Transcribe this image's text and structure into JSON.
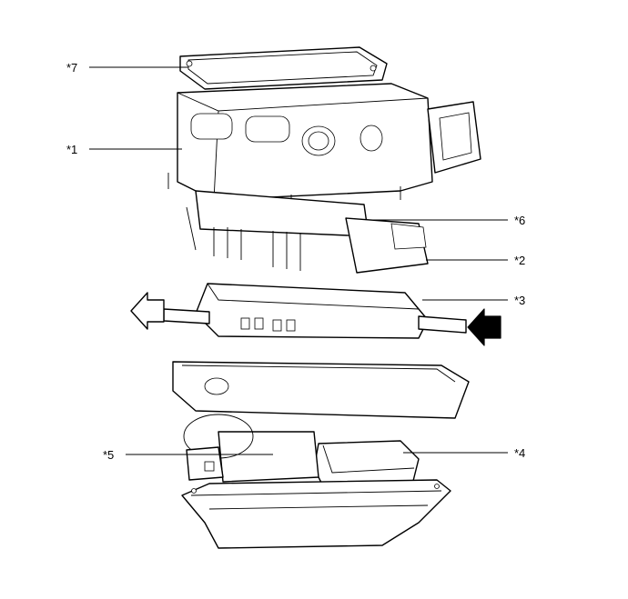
{
  "diagram": {
    "callouts": [
      {
        "id": "c7",
        "label": "*7"
      },
      {
        "id": "c1",
        "label": "*1"
      },
      {
        "id": "c6",
        "label": "*6"
      },
      {
        "id": "c2",
        "label": "*2"
      },
      {
        "id": "c3",
        "label": "*3"
      },
      {
        "id": "c5",
        "label": "*5"
      },
      {
        "id": "c4",
        "label": "*4"
      }
    ]
  }
}
